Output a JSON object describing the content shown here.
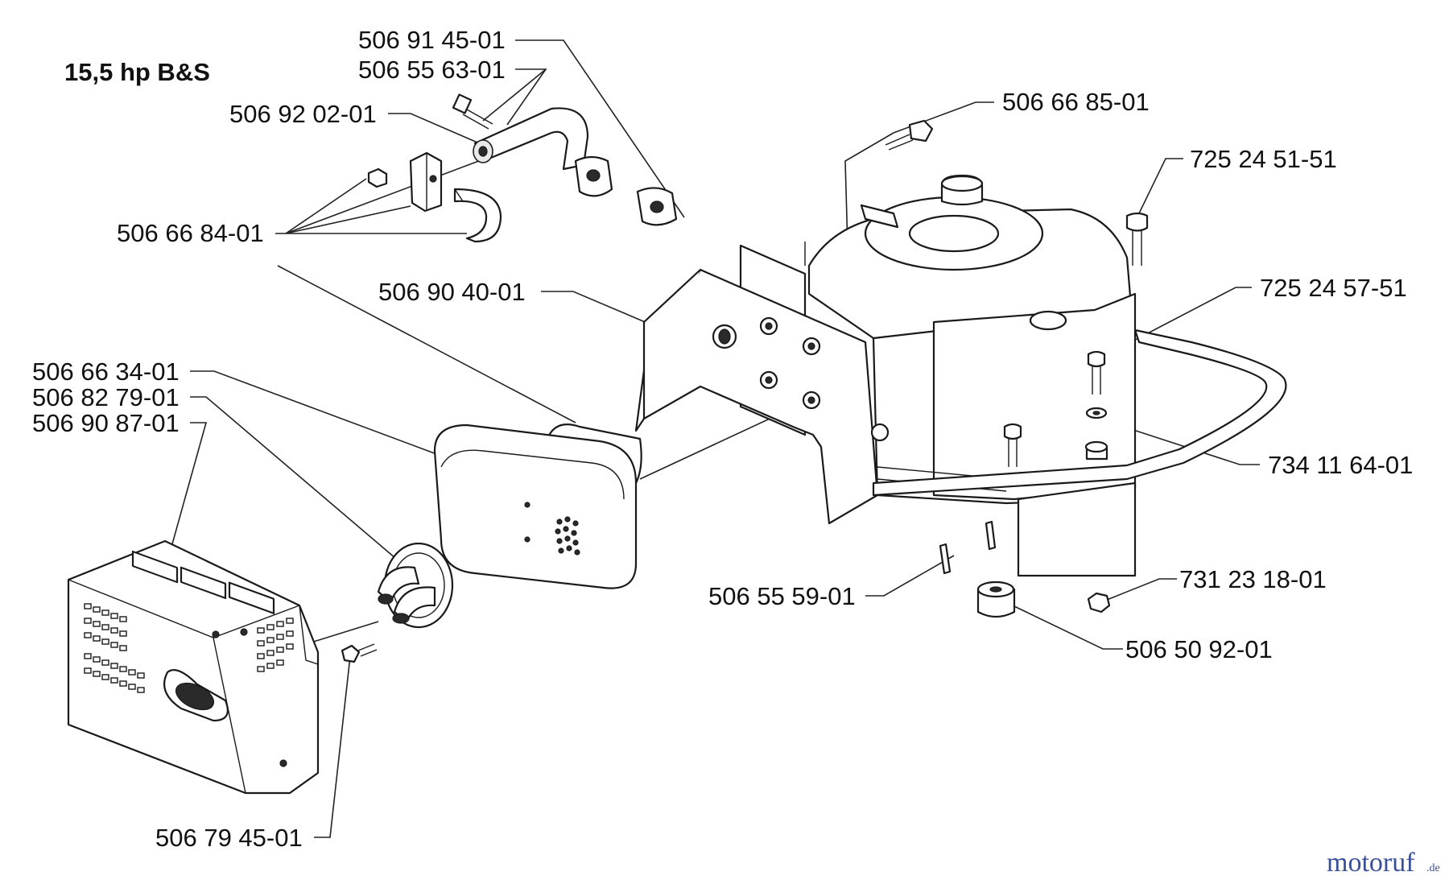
{
  "diagram": {
    "title": "15,5 hp B&S",
    "watermark": {
      "brand": "motoruf",
      "suffix": ".de"
    },
    "labels": [
      {
        "id": "p1",
        "text": "506 91 45-01"
      },
      {
        "id": "p2",
        "text": "506 55 63-01"
      },
      {
        "id": "p3",
        "text": "506 92 02-01"
      },
      {
        "id": "p4",
        "text": "506 66 84-01"
      },
      {
        "id": "p5",
        "text": "506 90 40-01"
      },
      {
        "id": "p6",
        "text": "506 66 34-01"
      },
      {
        "id": "p7",
        "text": "506 82 79-01"
      },
      {
        "id": "p8",
        "text": "506 90 87-01"
      },
      {
        "id": "p9",
        "text": "506 79 45-01"
      },
      {
        "id": "p10",
        "text": "506 66 85-01"
      },
      {
        "id": "p11",
        "text": "725 24 51-51"
      },
      {
        "id": "p12",
        "text": "725 24 57-51"
      },
      {
        "id": "p13",
        "text": "734 11 64-01"
      },
      {
        "id": "p14",
        "text": "731 23 18-01"
      },
      {
        "id": "p15",
        "text": "506 55 59-01"
      },
      {
        "id": "p16",
        "text": "506 50 92-01"
      }
    ]
  }
}
